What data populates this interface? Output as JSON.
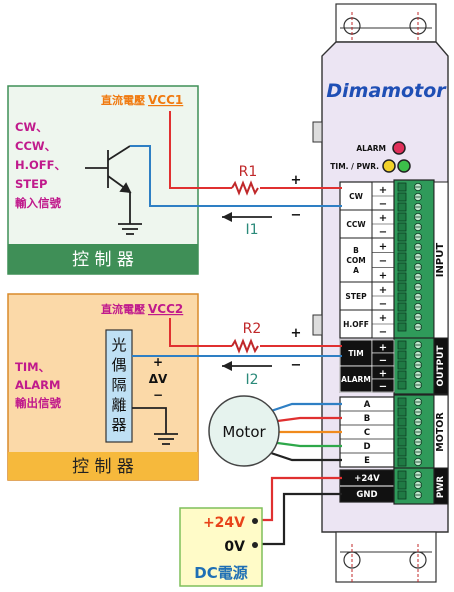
{
  "controller1": {
    "vcc_prefix": "直流電壓",
    "vcc_label": "VCC1",
    "input_labels": [
      "CW、",
      "CCW、",
      "H.OFF、",
      "STEP"
    ],
    "input_caption": "輸入信號",
    "footer": "控 制 器"
  },
  "controller2": {
    "vcc_prefix": "直流電壓",
    "vcc_label": "VCC2",
    "output_labels": [
      "TIM、",
      "ALARM"
    ],
    "output_caption": "輸出信號",
    "optocoupler_chars": [
      "光",
      "偶",
      "隔",
      "離",
      "器"
    ],
    "delta_v_plus": "+",
    "delta_v": "ΔV",
    "delta_v_minus": "−",
    "footer": "控 制 器"
  },
  "wiring": {
    "r1": "R1",
    "i1": "I1",
    "r2": "R2",
    "i2": "I2",
    "plus": "+",
    "minus": "−"
  },
  "driver": {
    "brand": "Dimamotor",
    "alarm_led_label": "ALARM",
    "tim_pwr_led_label": "TIM. / PWR.",
    "terminals": [
      {
        "name": "CW",
        "signs": [
          "+",
          "−"
        ]
      },
      {
        "name": "CCW",
        "signs": [
          "+",
          "−"
        ]
      },
      {
        "name": "B\nCOM\nA",
        "signs": [
          "+",
          "−",
          "+"
        ]
      },
      {
        "name": "STEP",
        "signs": [
          "+",
          "−"
        ]
      },
      {
        "name": "H.OFF",
        "signs": [
          "+",
          "−"
        ]
      },
      {
        "name": "TIM",
        "signs": [
          "+",
          "−"
        ]
      },
      {
        "name": "ALARM",
        "signs": [
          "+",
          "−"
        ]
      }
    ],
    "motor_terminals": [
      "A",
      "B",
      "C",
      "D",
      "E"
    ],
    "pwr_terminals": [
      "+24V",
      "GND"
    ],
    "side_labels": {
      "input": "INPUT",
      "output": "OUTPUT",
      "motor": "MOTOR",
      "pwr": "PWR"
    }
  },
  "motor": {
    "label": "Motor"
  },
  "dc_source": {
    "v24": "+24V",
    "v0": "0V",
    "label": "DC電源"
  },
  "colors": {
    "red_wire": "#e03030",
    "blue_wire": "#2e7fc4",
    "orange_wire": "#f08a1c",
    "green_wire": "#2ea84a",
    "black_wire": "#222222",
    "panel1_bg": "#eef6ee",
    "panel1_border": "#3f8f57",
    "panel1_footer": "#3f8f57",
    "panel2_bg": "#fbd9a8",
    "panel2_border": "#d98a2a",
    "panel2_footer": "#f6b93c",
    "driver_body": "#ece5f3",
    "terminal_green": "#2f9a5a",
    "magenta_text": "#c01a8c",
    "vcc_text": "#f07a10",
    "resistor_red": "#c0282a",
    "current_teal": "#2b8a7a",
    "brand_blue": "#1f4fb5",
    "led_alarm": "#e0305a",
    "led_yellow": "#f2d22a",
    "led_green": "#3cbf4a",
    "opto_fill": "#bfe0f4",
    "dc_box_bg": "#fffbc8",
    "dc_box_border": "#7fbf5a",
    "dc_orange": "#e8431a",
    "dc_blue": "#1f6fb5"
  }
}
